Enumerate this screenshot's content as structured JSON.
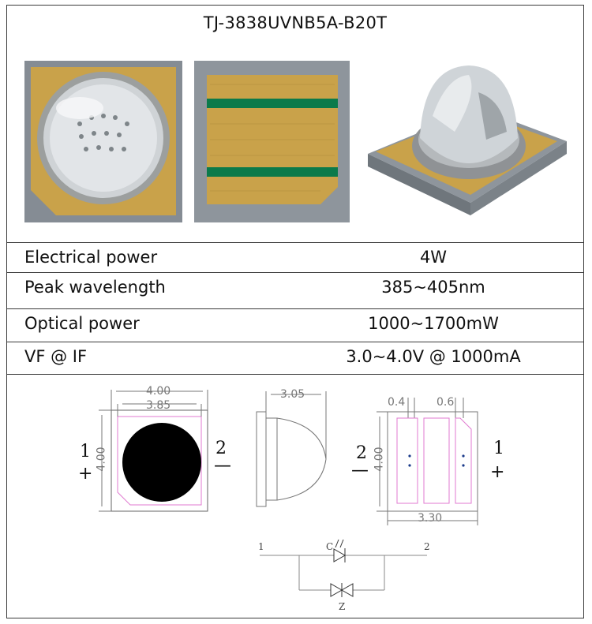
{
  "title": "TJ-3838UVNB5A-B20T",
  "specs": [
    {
      "label": "Electrical power",
      "value": "4W"
    },
    {
      "label": "Peak wavelength",
      "value": "385~405nm"
    },
    {
      "label": "Optical power",
      "value": "1000~1700mW"
    },
    {
      "label": "VF @ IF",
      "value": "3.0~4.0V @ 1000mA"
    }
  ],
  "dimensions": {
    "top_outer": "4.00",
    "top_inner": "3.85",
    "top_height": "4.00",
    "side_width": "3.05",
    "bottom_left_gap": "0.4",
    "bottom_right_gap": "0.6",
    "bottom_height": "4.00",
    "bottom_width": "3.30"
  },
  "pins": {
    "left_num": "1",
    "left_sign": "+",
    "right_num": "2",
    "right_sign": "—",
    "bottom_left_num": "2",
    "bottom_left_sign": "—",
    "bottom_right_num": "1",
    "bottom_right_sign": "+"
  },
  "circuit": {
    "node_left": "1",
    "node_right": "2",
    "led_label": "C",
    "zener_label": "Z"
  },
  "colors": {
    "gold_pad": "#c9a24a",
    "green_stripe": "#0b7a4a",
    "ceramic_gray": "#8e959c",
    "outline_pink": "#e07ad0"
  }
}
